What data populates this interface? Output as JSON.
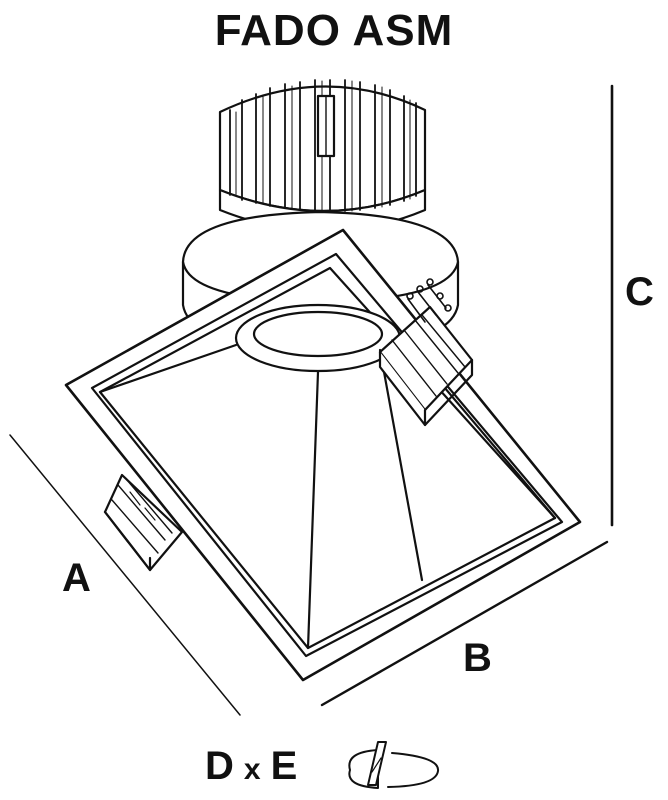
{
  "title": "FADO ASM",
  "dimension_labels": {
    "a": "A",
    "b": "B",
    "c": "C"
  },
  "cutout": {
    "d": "D",
    "separator": "x",
    "e": "E"
  },
  "icons": {
    "cutout_symbol": "ceiling-hole-cutout-icon"
  },
  "colors": {
    "line": "#111111",
    "background": "#ffffff"
  }
}
